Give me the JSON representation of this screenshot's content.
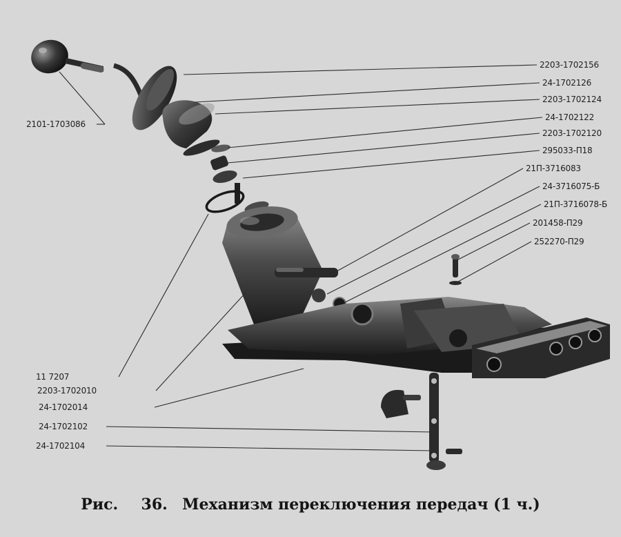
{
  "figure": {
    "caption_prefix": "Рис.",
    "caption_number": "36.",
    "caption_title": "Механизм переключения передач (1 ч.)"
  },
  "labels_right": [
    "2203-1702156",
    "24-1702126",
    "2203-1702124",
    "24-1702122",
    "2203-1702120",
    "295033-П18",
    "21П-3716083",
    "24-3716075-Б",
    "21П-3716078-Б",
    "201458-П29",
    "252270-П29"
  ],
  "labels_left": [
    "2101-1703086",
    "11 7207",
    "2203-1702010",
    "24-1702014",
    "24-1702102",
    "24-1702104"
  ]
}
